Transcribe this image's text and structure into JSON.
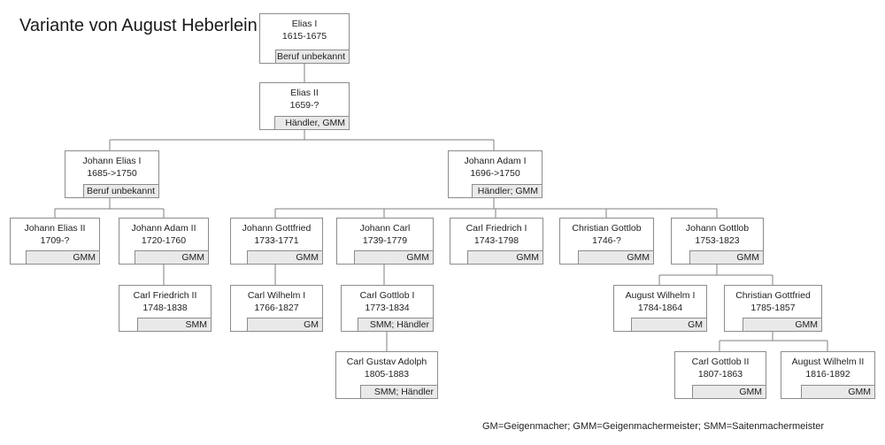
{
  "title": "Variante von August Heberlein",
  "legend": "GM=Geigenmacher; GMM=Geigenmachermeister; SMM=Saitenmachermeister",
  "persons": {
    "elias1": {
      "name": "Elias I",
      "years": "1615-1675",
      "note": "Beruf unbekannt"
    },
    "elias2": {
      "name": "Elias II",
      "years": "1659-?",
      "note": "Händler, GMM"
    },
    "johann_elias1": {
      "name": "Johann Elias I",
      "years": "1685->1750",
      "note": "Beruf unbekannt"
    },
    "johann_adam1": {
      "name": "Johann Adam I",
      "years": "1696->1750",
      "note": "Händler; GMM"
    },
    "johann_elias2": {
      "name": "Johann Elias II",
      "years": "1709-?",
      "note": "GMM"
    },
    "johann_adam2": {
      "name": "Johann Adam II",
      "years": "1720-1760",
      "note": "GMM"
    },
    "johann_gottfried": {
      "name": "Johann Gottfried",
      "years": "1733-1771",
      "note": "GMM"
    },
    "johann_carl": {
      "name": "Johann Carl",
      "years": "1739-1779",
      "note": "GMM"
    },
    "carl_friedrich1": {
      "name": "Carl Friedrich I",
      "years": "1743-1798",
      "note": "GMM"
    },
    "christian_gottlob": {
      "name": "Christian Gottlob",
      "years": "1746-?",
      "note": "GMM"
    },
    "johann_gottlob": {
      "name": "Johann Gottlob",
      "years": "1753-1823",
      "note": "GMM"
    },
    "carl_friedrich2": {
      "name": "Carl Friedrich II",
      "years": "1748-1838",
      "note": "SMM"
    },
    "carl_wilhelm1": {
      "name": "Carl Wilhelm I",
      "years": "1766-1827",
      "note": "GM"
    },
    "carl_gottlob1": {
      "name": "Carl Gottlob I",
      "years": "1773-1834",
      "note": "SMM; Händler"
    },
    "august_wilhelm1": {
      "name": "August Wilhelm I",
      "years": "1784-1864",
      "note": "GM"
    },
    "christian_gottfried": {
      "name": "Christian Gottfried",
      "years": "1785-1857",
      "note": "GMM"
    },
    "carl_gustav_adolph": {
      "name": "Carl Gustav Adolph",
      "years": "1805-1883",
      "note": "SMM; Händler"
    },
    "carl_gottlob2": {
      "name": "Carl Gottlob II",
      "years": "1807-1863",
      "note": "GMM"
    },
    "august_wilhelm2": {
      "name": "August Wilhelm II",
      "years": "1816-1892",
      "note": "GMM"
    }
  }
}
